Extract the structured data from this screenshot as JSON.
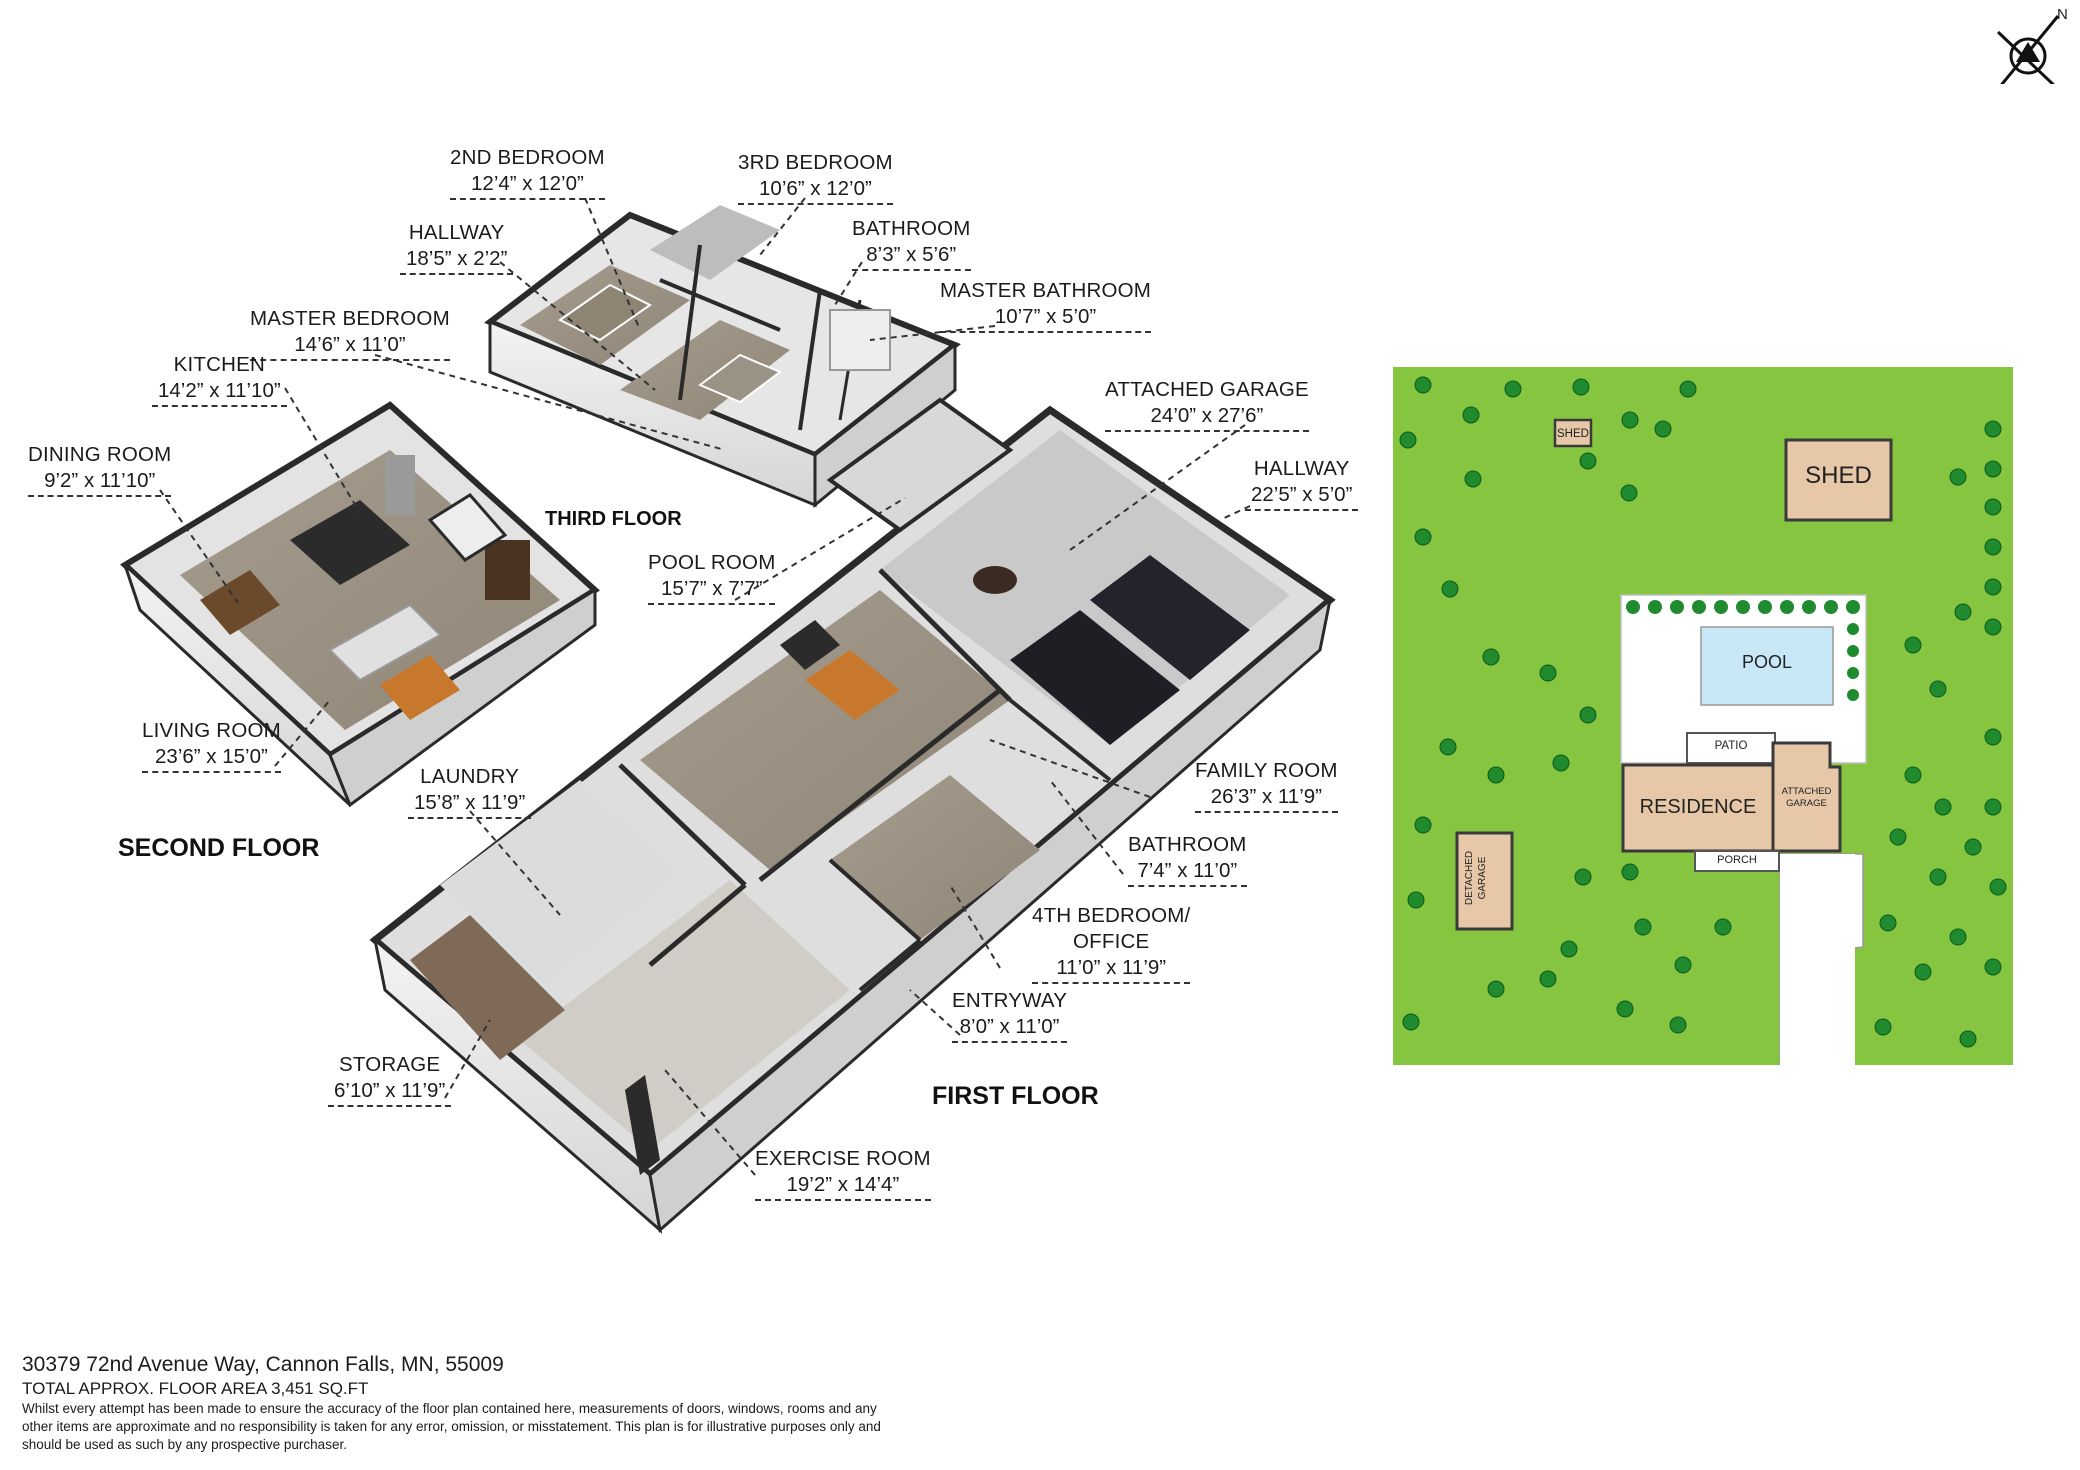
{
  "floors": {
    "second": "SECOND FLOOR",
    "third": "THIRD FLOOR",
    "first": "FIRST FLOOR"
  },
  "rooms": [
    {
      "name": "2ND BEDROOM",
      "dim": "12’4” x 12’0”"
    },
    {
      "name": "3RD BEDROOM",
      "dim": "10’6” x 12’0”"
    },
    {
      "name": "HALLWAY",
      "dim": "18’5” x 2’2”"
    },
    {
      "name": "BATHROOM",
      "dim": "8’3” x 5’6”"
    },
    {
      "name": "MASTER BATHROOM",
      "dim": "10’7” x 5’0”"
    },
    {
      "name": "MASTER BEDROOM",
      "dim": "14’6” x 11’0”"
    },
    {
      "name": "KITCHEN",
      "dim": "14’2” x 11’10”"
    },
    {
      "name": "DINING ROOM",
      "dim": "9’2” x 11’10”"
    },
    {
      "name": "LIVING ROOM",
      "dim": "23’6” x 15’0”"
    },
    {
      "name": "ATTACHED GARAGE",
      "dim": "24’0” x 27’6”"
    },
    {
      "name": "HALLWAY",
      "dim": "22’5” x 5’0”"
    },
    {
      "name": "POOL ROOM",
      "dim": "15’7” x 7’7”"
    },
    {
      "name": "LAUNDRY",
      "dim": "15’8” x 11’9”"
    },
    {
      "name": "FAMILY ROOM",
      "dim": "26’3” x 11’9”"
    },
    {
      "name": "BATHROOM",
      "dim": "7’4” x 11’0”"
    },
    {
      "name": "4TH BEDROOM/\nOFFICE",
      "dim": "11’0” x 11’9”"
    },
    {
      "name": "ENTRYWAY",
      "dim": "8’0” x 11’0”"
    },
    {
      "name": "STORAGE",
      "dim": "6’10” x 11’9”"
    },
    {
      "name": "EXERCISE ROOM",
      "dim": "19’2” x 14’4”"
    }
  ],
  "site": {
    "shed_small": "SHED",
    "shed_large": "SHED",
    "pool": "POOL",
    "patio": "PATIO",
    "residence": "RESIDENCE",
    "attached_garage": "ATTACHED\nGARAGE",
    "porch": "PORCH",
    "detached_garage": "DETACHED\nGARAGE",
    "lawn_color": "#86c540",
    "building_color": "#e6c8a8",
    "pool_color": "#c8e8f8",
    "tree_color": "#1f8a2e"
  },
  "compass": {
    "label": "N"
  },
  "footer": {
    "address": "30379 72nd Avenue Way, Cannon Falls, MN, 55009",
    "area": "TOTAL APPROX. FLOOR AREA 3,451 SQ.FT",
    "disclaimer": "Whilst every attempt has been made to ensure the accuracy of the floor plan contained here, measurements of doors, windows, rooms and any other items are approximate and no responsibility is taken for any error, omission, or misstatement. This plan is for illustrative purposes only and should be used as such by any prospective purchaser."
  }
}
